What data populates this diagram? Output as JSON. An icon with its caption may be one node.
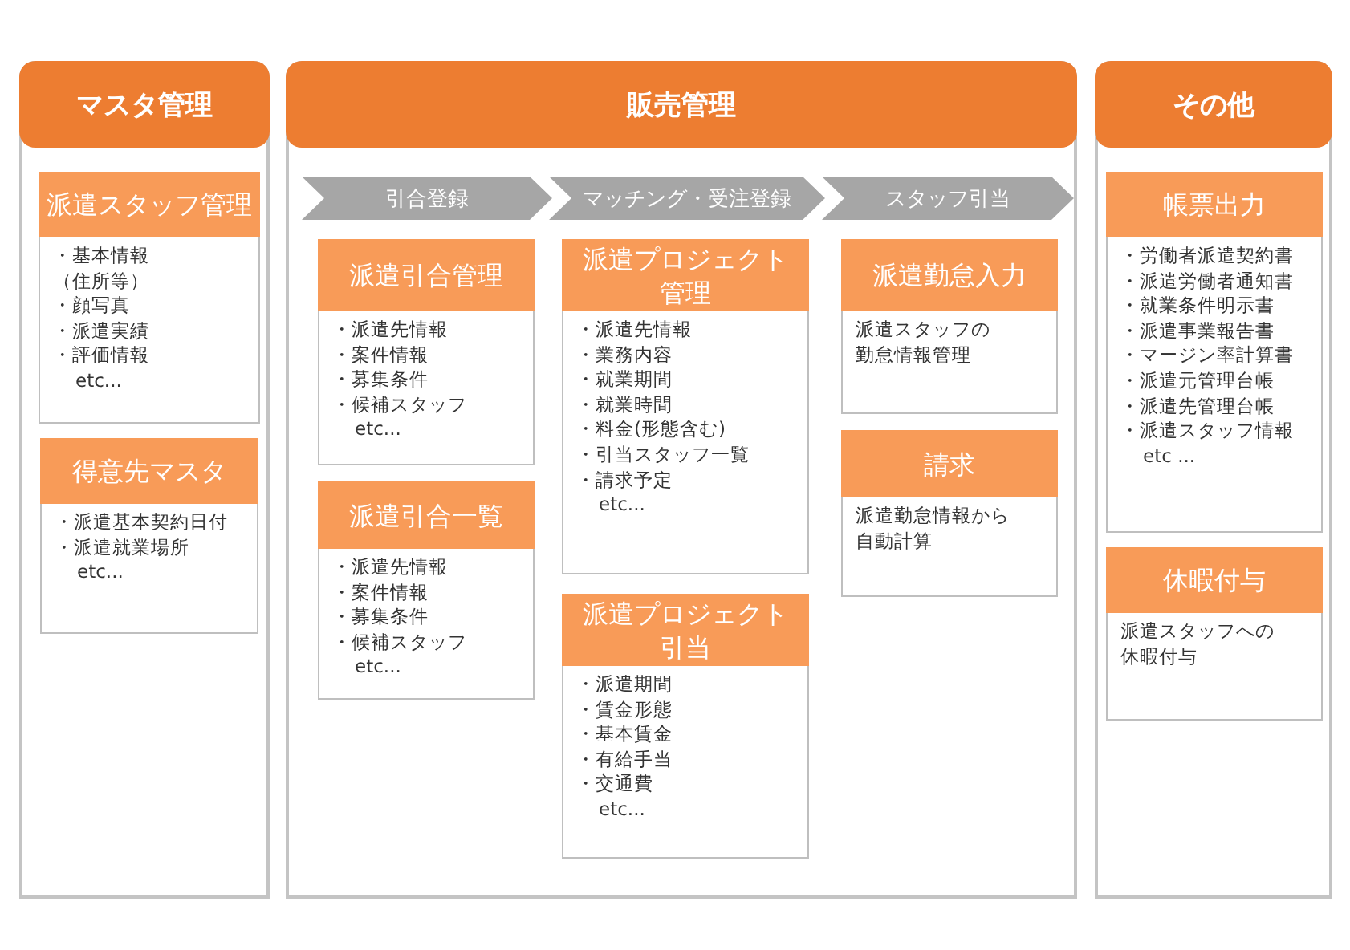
{
  "diagram": {
    "nodes": [
      {
        "text": [
          "マスタ管理"
        ]
      },
      {
        "text": [
          "派遣スタッフ管理",
          "・基本情報（住所等）",
          "・顔写真",
          "・派遣実績",
          "・評価情報",
          "etc..."
        ],
        "in": 0
      },
      {
        "text": [
          "得意先マスタ",
          "・派遣基本契約日付",
          "・派遣就業場所",
          "etc..."
        ],
        "in": 0
      },
      {
        "text": [
          "販売管理"
        ]
      },
      {
        "text": [
          "引合登録"
        ],
        "in": 3
      },
      {
        "text": [
          "マッチング・受注登録"
        ],
        "in": 3
      },
      {
        "text": [
          "スタッフ引当"
        ],
        "in": 3
      },
      {
        "text": [
          "派遣引合管理",
          "・派遣先情報",
          "・案件情報",
          "・募集条件",
          "・候補スタッフ",
          "etc..."
        ],
        "in": 3
      },
      {
        "text": [
          "派遣引合一覧",
          "・派遣先情報",
          "・案件情報",
          "・募集条件",
          "・候補スタッフ",
          "etc..."
        ],
        "in": 3
      },
      {
        "text": [
          "派遣プロジェクト管理",
          "・派遣先情報",
          "・業務内容",
          "・就業期間",
          "・就業時間",
          "・料金(形態含む)",
          "・引当スタッフ一覧",
          "・請求予定",
          "etc..."
        ],
        "in": 3
      },
      {
        "text": [
          "派遣プロジェクト引当",
          "・派遣期間",
          "・賃金形態",
          "・基本賃金",
          "・有給手当",
          "・交通費",
          "etc..."
        ],
        "in": 3
      },
      {
        "text": [
          "派遣勤怠入力",
          "派遣スタッフの勤怠情報管理"
        ],
        "in": 3
      },
      {
        "text": [
          "請求",
          "派遣勤怠情報から自動計算"
        ],
        "in": 3
      },
      {
        "text": [
          "その他"
        ]
      },
      {
        "text": [
          "帳票出力",
          "・労働者派遣契約書",
          "・派遣労働者通知書",
          "・就業条件明示書",
          "・派遣事業報告書",
          "・マージン率計算書",
          "・派遣元管理台帳",
          "・派遣先管理台帳",
          "・派遣スタッフ情報",
          "etc ..."
        ],
        "in": 13
      },
      {
        "text": [
          "休暇付与",
          "派遣スタッフへの休暇付与"
        ],
        "in": 13
      }
    ]
  }
}
